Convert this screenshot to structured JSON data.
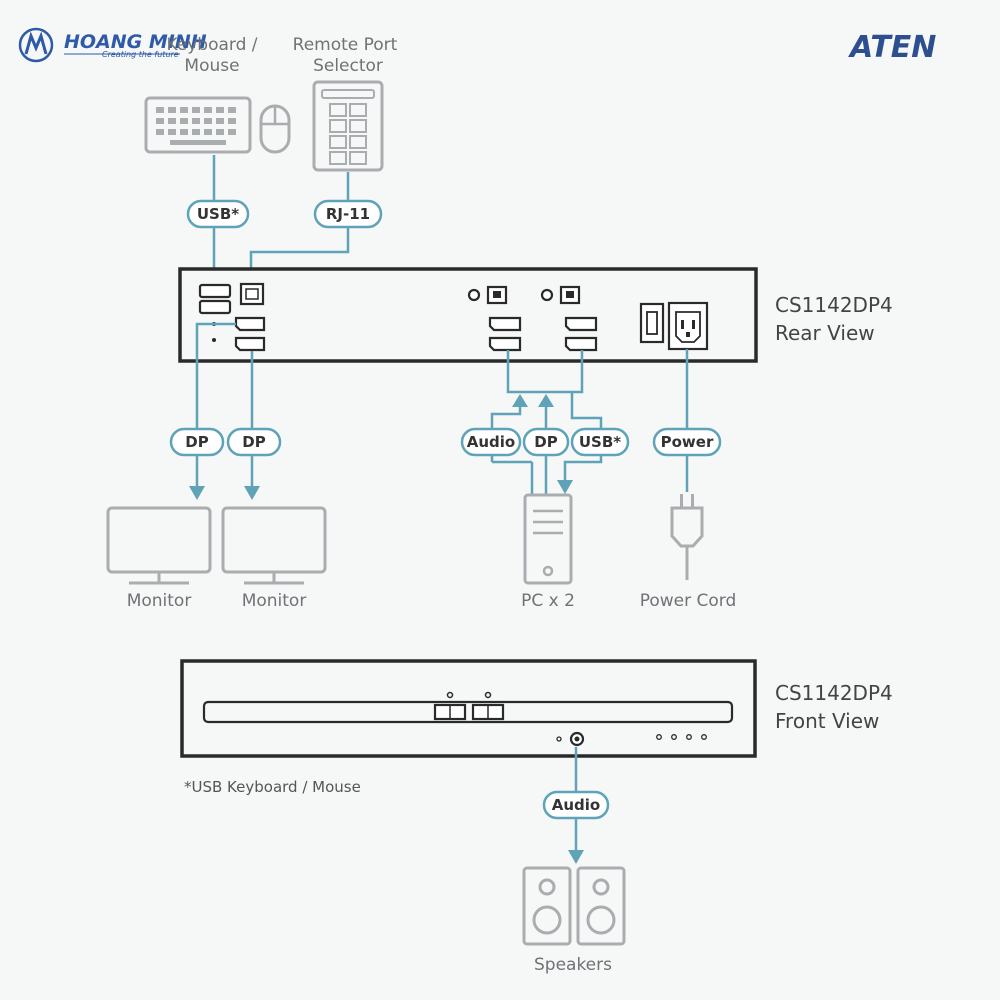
{
  "logo": {
    "brand": "HOANG MINH",
    "tagline": "Creating the future"
  },
  "aten_logo": "ATEN",
  "rear_view": {
    "model": "CS1142DP4",
    "view": "Rear View"
  },
  "front_view": {
    "model": "CS1142DP4",
    "view": "Front View"
  },
  "devices": {
    "keyboard_line1": "Keyboard /",
    "keyboard_line2": "Mouse",
    "remote_line1": "Remote Port",
    "remote_line2": "Selector",
    "monitor_1": "Monitor",
    "monitor_2": "Monitor",
    "pc": "PC x 2",
    "power_cord": "Power Cord",
    "speakers": "Speakers"
  },
  "connectors": {
    "usb_kb": "USB*",
    "rj11": "RJ-11",
    "dp_1": "DP",
    "dp_2": "DP",
    "audio_pc": "Audio",
    "dp_pc": "DP",
    "usb_pc": "USB*",
    "power": "Power",
    "audio_front": "Audio"
  },
  "footnote": "*USB Keyboard / Mouse"
}
